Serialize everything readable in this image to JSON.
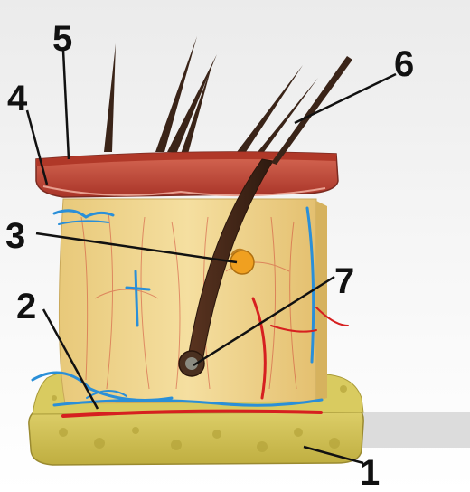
{
  "labels": [
    {
      "id": "1",
      "text": "1"
    },
    {
      "id": "2",
      "text": "2"
    },
    {
      "id": "3",
      "text": "3"
    },
    {
      "id": "4",
      "text": "4"
    },
    {
      "id": "5",
      "text": "5"
    },
    {
      "id": "6",
      "text": "6"
    },
    {
      "id": "7",
      "text": "7"
    }
  ],
  "colors": {
    "epidermis": "#c84a3a",
    "dermis": "#f0d890",
    "subcutaneous_fat": "#d8c860",
    "vein": "#2a8fd8",
    "artery": "#d62020",
    "hair": "#4a2a1a",
    "sebaceous_gland": "#f0a020",
    "leader_line": "#111111"
  }
}
